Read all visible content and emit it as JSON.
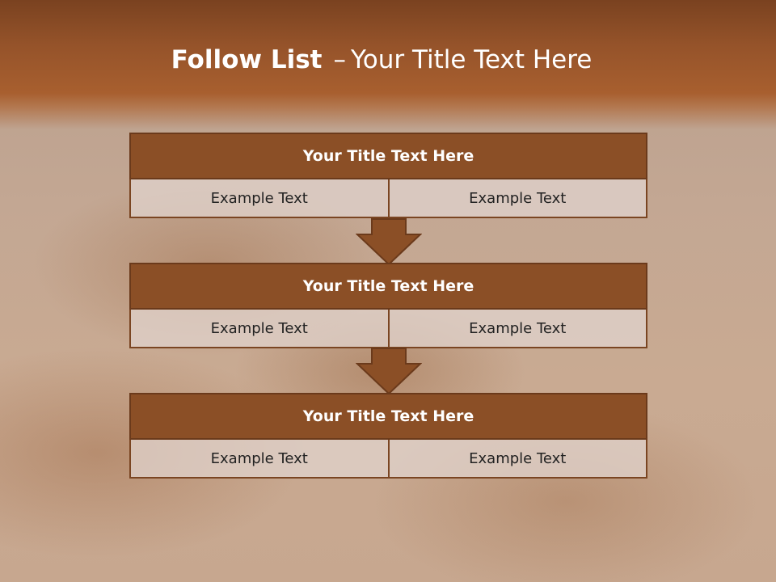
{
  "slide": {
    "title_bold": "Follow List",
    "title_dash": "–",
    "title_rest": "Your Title Text Here"
  },
  "blocks": [
    {
      "title": "Your Title Text Here",
      "cells": [
        "Example Text",
        "Example Text"
      ]
    },
    {
      "title": "Your Title Text Here",
      "cells": [
        "Example Text",
        "Example Text"
      ]
    },
    {
      "title": "Your Title Text Here",
      "cells": [
        "Example Text",
        "Example Text"
      ]
    }
  ],
  "colors": {
    "header_fill": "#8b4f26",
    "header_border": "#6b3a1b",
    "arrow_fill": "#8b4f26",
    "band": "#a85f2f"
  },
  "icons": [
    "down-arrow-icon",
    "down-arrow-icon"
  ]
}
